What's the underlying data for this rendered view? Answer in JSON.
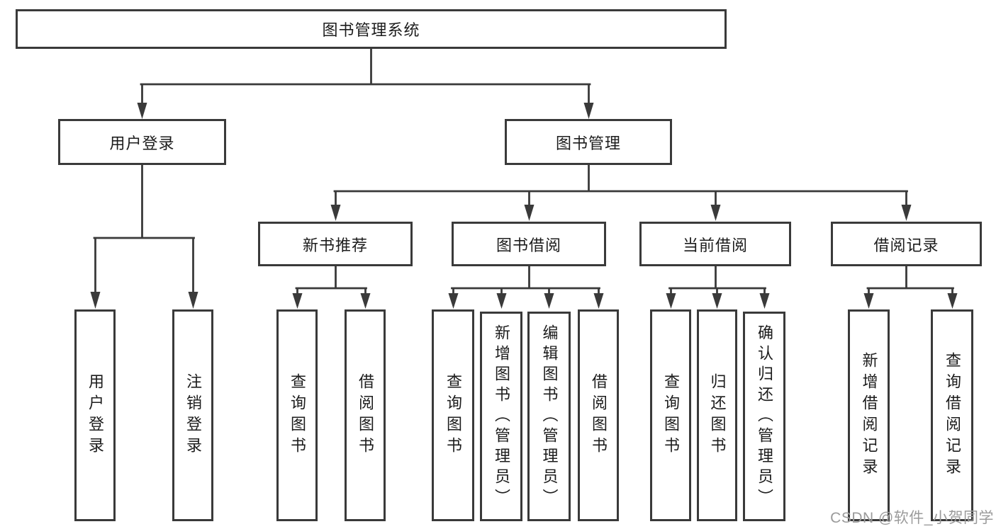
{
  "diagram": {
    "root": {
      "label": "图书管理系统",
      "children": [
        {
          "label": "用户登录",
          "children": [
            {
              "label": "用户登录"
            },
            {
              "label": "注销登录"
            }
          ]
        },
        {
          "label": "图书管理",
          "children": [
            {
              "label": "新书推荐",
              "children": [
                {
                  "label": "查询图书"
                },
                {
                  "label": "借阅图书"
                }
              ]
            },
            {
              "label": "图书借阅",
              "children": [
                {
                  "label": "查询图书"
                },
                {
                  "label": "新增图书（管理员）"
                },
                {
                  "label": "编辑图书（管理员）"
                },
                {
                  "label": "借阅图书"
                }
              ]
            },
            {
              "label": "当前借阅",
              "children": [
                {
                  "label": "查询图书"
                },
                {
                  "label": "归还图书"
                },
                {
                  "label": "确认归还（管理员）"
                }
              ]
            },
            {
              "label": "借阅记录",
              "children": [
                {
                  "label": "新增借阅记录"
                },
                {
                  "label": "查询借阅记录"
                }
              ]
            }
          ]
        }
      ]
    }
  },
  "watermark": {
    "text": "CSDN @软件_小贺同学"
  },
  "colors": {
    "line": "#3a3a3a",
    "box_border": "#3a3a3a",
    "text": "#1c1c1c",
    "watermark": "#9b9b9b",
    "background": "#ffffff"
  }
}
